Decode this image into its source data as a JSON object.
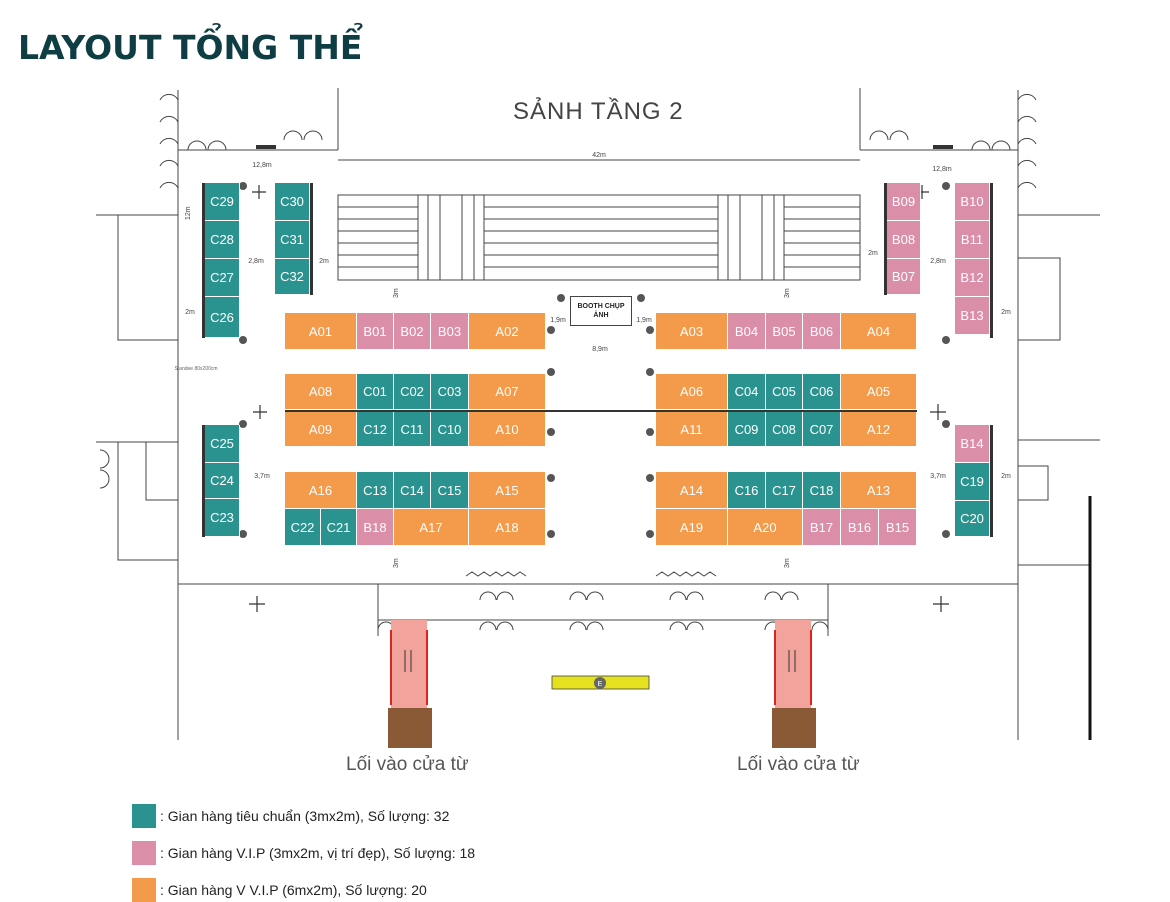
{
  "title": "LAYOUT TỔNG THỂ",
  "hall_label": "SẢNH TẦNG 2",
  "photo_booth": "BOOTH CHỤP ẢNH",
  "entrance_label": "Lối vào cửa từ",
  "exit_label": "E",
  "colors": {
    "standard": "#2b938f",
    "vip": "#db8ea7",
    "vvip": "#f39a4b",
    "title": "#0f3d44"
  },
  "dimensions": {
    "width_42": "42m",
    "d12_8": "12,8m",
    "d12": "12m",
    "d2_8": "2,8m",
    "d2": "2m",
    "d3": "3m",
    "d1_9": "1,9m",
    "d8_9": "8,9m",
    "d3_7": "3,7m",
    "banner": "Standee 80x200cm"
  },
  "booths": {
    "standard": [
      "C01",
      "C02",
      "C03",
      "C04",
      "C05",
      "C06",
      "C07",
      "C08",
      "C09",
      "C10",
      "C11",
      "C12",
      "C13",
      "C14",
      "C15",
      "C16",
      "C17",
      "C18",
      "C19",
      "C20",
      "C21",
      "C22",
      "C23",
      "C24",
      "C25",
      "C26",
      "C27",
      "C28",
      "C29",
      "C30",
      "C31",
      "C32"
    ],
    "vip": [
      "B01",
      "B02",
      "B03",
      "B04",
      "B05",
      "B06",
      "B07",
      "B08",
      "B09",
      "B10",
      "B11",
      "B12",
      "B13",
      "B14",
      "B15",
      "B16",
      "B17",
      "B18"
    ],
    "vvip": [
      "A01",
      "A02",
      "A03",
      "A04",
      "A05",
      "A06",
      "A07",
      "A08",
      "A09",
      "A10",
      "A11",
      "A12",
      "A13",
      "A14",
      "A15",
      "A16",
      "A17",
      "A18",
      "A19",
      "A20"
    ]
  },
  "legend": [
    {
      "key": "standard",
      "text": ": Gian hàng tiêu chuẩn (3mx2m), Số lượng: 32"
    },
    {
      "key": "vip",
      "text": ": Gian hàng V.I.P (3mx2m, vị trí đẹp), Số lượng: 18"
    },
    {
      "key": "vvip",
      "text": ": Gian hàng V V.I.P (6mx2m), Số lượng: 20"
    }
  ]
}
